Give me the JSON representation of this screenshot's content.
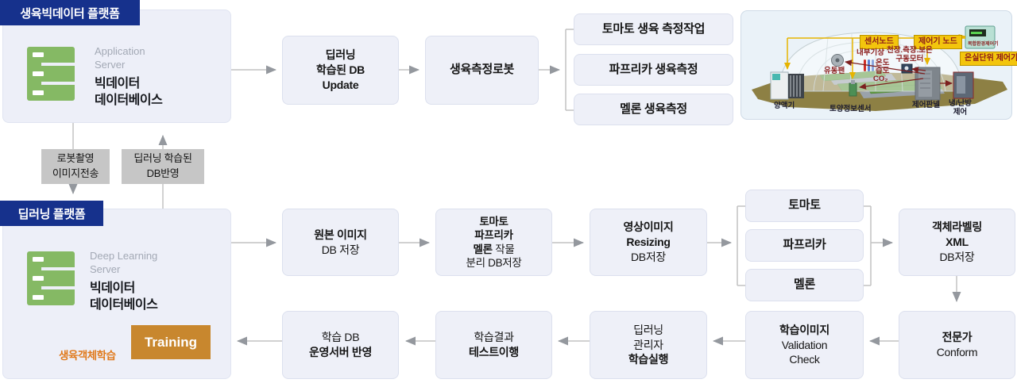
{
  "platform_top": {
    "header": "생육빅데이터 플랫폼",
    "server_type_l1": "Application",
    "server_type_l2": "Server",
    "server_name_l1": "빅데이터",
    "server_name_l2": "데이터베이스"
  },
  "platform_bottom": {
    "header": "딥러닝 플랫폼",
    "server_type_l1": "Deep Learning",
    "server_type_l2": "Server",
    "server_name_l1": "빅데이터",
    "server_name_l2": "데이터베이스",
    "training": "Training",
    "training_note": "생육객체학습"
  },
  "transfer": {
    "down_l1": "로봇촬영",
    "down_l2": "이미지전송",
    "up_l1": "딥러닝 학습된",
    "up_l2": "DB반영"
  },
  "row1": {
    "update_l1": "딥러닝",
    "update_l2": "학습된 DB",
    "update_l3": "Update",
    "robot": "생육측정로봇",
    "tasks": [
      "토마토 생육 측정작업",
      "파프리카 생육측정",
      "멜론 생육측정"
    ]
  },
  "row2": {
    "original_l1": "원본 이미지",
    "original_l2": "DB 저장",
    "split_l1": "토마토",
    "split_l2": "파프리카",
    "split_l3a": "멜론",
    "split_l3b": " 작물",
    "split_l4": "분리 DB저장",
    "resize_l1": "영상이미지",
    "resize_l2": "Resizing",
    "resize_l3": "DB저장",
    "crops": [
      "토마토",
      "파프리카",
      "멜론"
    ],
    "label_l1": "객체라벨링",
    "label_l2": "XML",
    "label_l3": "DB저장"
  },
  "row3": {
    "deploy_l1": "학습 DB",
    "deploy_l2": "운영서버 반영",
    "test_l1": "학습결과",
    "test_l2": "테스트이행",
    "run_l1": "딥러닝",
    "run_l2": "관리자",
    "run_l3": "학습실행",
    "valid_l1": "학습이미지",
    "valid_l2": "Validation",
    "valid_l3": "Check",
    "expert_l1": "전문가",
    "expert_l2": "Conform"
  },
  "greenhouse": {
    "sensor_node": "센서노드",
    "controller_node": "제어기 노드",
    "unit_controller": "온실단위 제어기",
    "device_caption": "복합환경제어기",
    "indoor_weather": "내부기상",
    "motor_l1": "천장.측장.보온",
    "motor_l2": "구동모터",
    "temp": "온도",
    "humidity": "습도",
    "co2": "CO₂",
    "fan": "유동팬",
    "nutrient": "양액기",
    "soil_sensor": "토양정보센서",
    "control_panel": "제어판넬",
    "hvac_l1": "냉/난방",
    "hvac_l2": "제어"
  },
  "colors": {
    "header_blue": "#16318c",
    "box_bg": "#eef0f8",
    "training_orange": "#c8872e",
    "note_orange": "#e0791b",
    "server_green": "#85b964",
    "arrow_gray": "#94989e",
    "arrow_dark": "#51626c",
    "chip_yellow": "#f3c50d",
    "chip_text": "#8c1a1a"
  }
}
